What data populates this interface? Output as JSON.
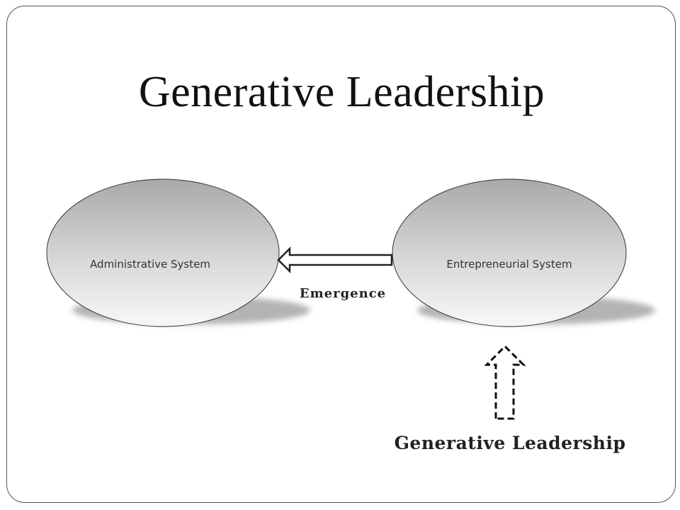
{
  "slide": {
    "title": "Generative Leadership"
  },
  "diagram": {
    "nodes": [
      {
        "id": "administrative",
        "label": "Administrative System"
      },
      {
        "id": "entrepreneurial",
        "label": "Entrepreneurial  System"
      }
    ],
    "edge": {
      "from": "entrepreneurial",
      "to": "administrative",
      "label": "Emergence"
    },
    "influence": {
      "target": "entrepreneurial",
      "label": "Generative Leadership",
      "style": "dashed-arrow"
    }
  },
  "colors": {
    "ellipse_top": "#a9a9a9",
    "ellipse_bottom": "#f7f7f7",
    "shadow": "#b3b3b3",
    "outline": "#333333"
  }
}
